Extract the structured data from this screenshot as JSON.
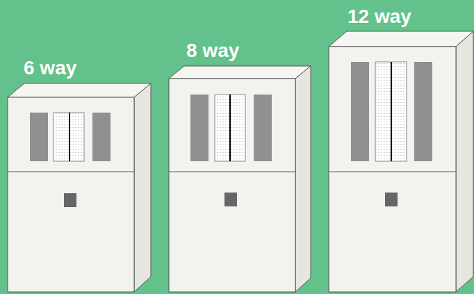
{
  "diagram": {
    "labels": [
      "6 way",
      "8 way",
      "12 way"
    ]
  }
}
